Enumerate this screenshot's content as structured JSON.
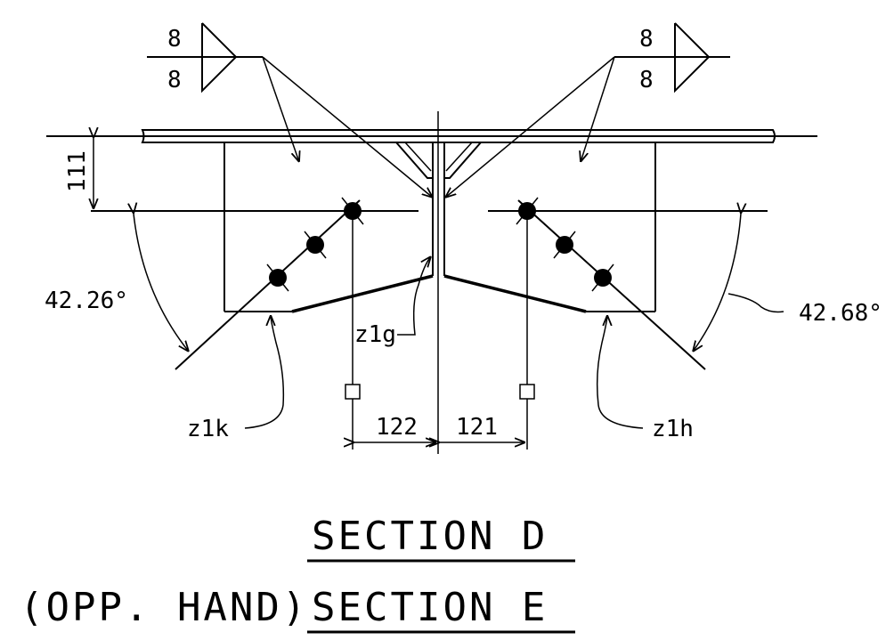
{
  "weld_symbols": {
    "left": {
      "top": "8",
      "bottom": "8"
    },
    "right": {
      "top": "8",
      "bottom": "8"
    }
  },
  "dimensions": {
    "vertical": "111",
    "left_angle": "42.26°",
    "right_angle": "42.68°",
    "left_offset": "122",
    "right_offset": "121"
  },
  "labels": {
    "center_plate": "z1g",
    "left_plate": "z1k",
    "right_plate": "z1h"
  },
  "titles": {
    "section_d": "SECTION D",
    "opp_hand_prefix": "(OPP. HAND)",
    "section_e": "SECTION E"
  }
}
